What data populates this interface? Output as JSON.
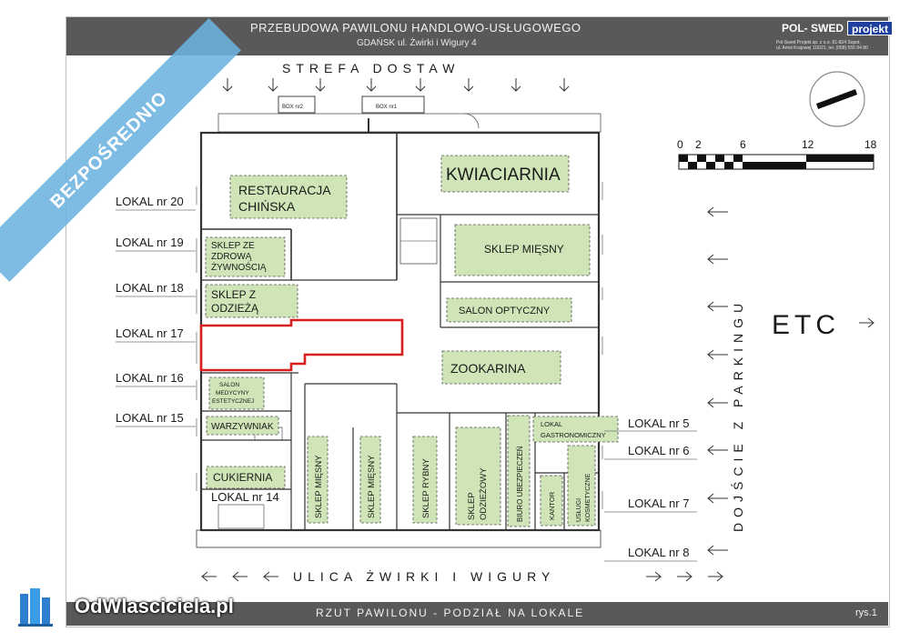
{
  "header": {
    "title": "PRZEBUDOWA PAWILONU HANDLOWO-USŁUGOWEGO",
    "address": "GDAŃSK ul. Żwirki i Wigury  4",
    "logo_part1": "POL- SWED",
    "logo_part2": "projekt",
    "logo_info_1": "Pol-Swed Projekt sp. z o.o. 81-824 Sopot,",
    "logo_info_2": "ul. Armii Krajowej 116/21, tel. (058) 555 94 80"
  },
  "footer": {
    "title": "RZUT PAWILONU -    PODZIAŁ NA LOKALE",
    "drawing_no": "rys.1"
  },
  "streets": {
    "top": "STREFA DOSTAW",
    "bottom": "ULICA ŻWIRKI I WIGURY",
    "right": "DOJŚCIE Z PARKINGU",
    "etc": "ETC"
  },
  "scale": {
    "labels": [
      "0",
      "2",
      "6",
      "12",
      "18"
    ]
  },
  "boxes": {
    "box2": "BOX nr2",
    "box1": "BOX nr1"
  },
  "lokale": {
    "nr20": "LOKAL nr 20",
    "nr19": "LOKAL nr 19",
    "nr18": "LOKAL nr 18",
    "nr17": "LOKAL nr 17",
    "nr16": "LOKAL nr 16",
    "nr15": "LOKAL nr 15",
    "nr14": "LOKAL nr 14",
    "nr5": "LOKAL nr 5",
    "nr6": "LOKAL nr 6",
    "nr7": "LOKAL nr 7",
    "nr8": "LOKAL nr 8"
  },
  "shops": {
    "restauracja_1": "RESTAURACJA",
    "restauracja_2": "CHIŃSKA",
    "kwiaciarnia": "KWIACIARNIA",
    "zdrowa_1": "SKLEP ZE",
    "zdrowa_2": "ZDROWĄ",
    "zdrowa_3": "ŻYWNOŚCIĄ",
    "miesny": "SKLEP MIĘSNY",
    "odziez_1": "SKLEP Z",
    "odziez_2": "ODZIEŻĄ",
    "optyczny": "SALON OPTYCZNY",
    "zookarina": "ZOOKARINA",
    "salon_med_1": "SALON",
    "salon_med_2": "MEDYCYNY",
    "salon_med_3": "ESTETYCZNEJ",
    "warzywniak": "WARZYWNIAK",
    "gastro_1": "LOKAL",
    "gastro_2": "GASTRONOMICZNY",
    "cukiernia": "CUKIERNIA",
    "miesny_v1": "SKLEP MIĘSNY",
    "miesny_v2": "SKLEP MIĘSNY",
    "rybny": "SKLEP RYBNY",
    "odziezowy_1": "SKLEP",
    "odziezowy_2": "ODZIEŻOWY",
    "buro": "BIURO UBEZPIECZEŃ",
    "kantor": "KANTOR",
    "uslugi_1": "USŁUGI",
    "uslugi_2": "KOSMETYCZNE"
  },
  "ribbon": "BEZPOŚREDNIO",
  "watermark": "OdWlasciciela.pl",
  "colors": {
    "header_bg": "#595959",
    "shop_fill": "#cfe5b7",
    "highlight": "#d91e1e",
    "ribbon": "#6db3e0"
  }
}
